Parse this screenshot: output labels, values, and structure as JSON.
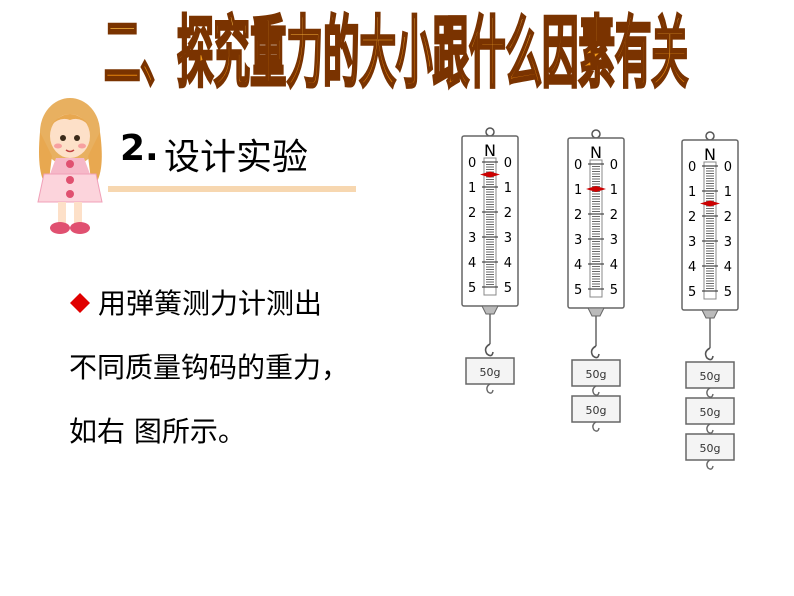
{
  "title": "二、探究重力的大小跟什么因素有关",
  "section": {
    "number": "2.",
    "label": "设计实验"
  },
  "body": {
    "line1": "用弹簧测力计测出",
    "line2": "不同质量钩码的重力，",
    "line3": "如右 图所示。"
  },
  "figure": {
    "unit_label": "N",
    "scale_ticks": [
      "0",
      "1",
      "2",
      "3",
      "4",
      "5"
    ],
    "mass_label": "50g",
    "scales": [
      {
        "masses": 1,
        "reading": 0.5
      },
      {
        "masses": 2,
        "reading": 1.0
      },
      {
        "masses": 3,
        "reading": 1.5
      }
    ],
    "pointer_color": "#cc0000"
  },
  "colors": {
    "title_fill": "#f0a020",
    "title_stroke": "#8a3c00",
    "bullet": "#e00000",
    "underline": "#f7d7b0"
  }
}
